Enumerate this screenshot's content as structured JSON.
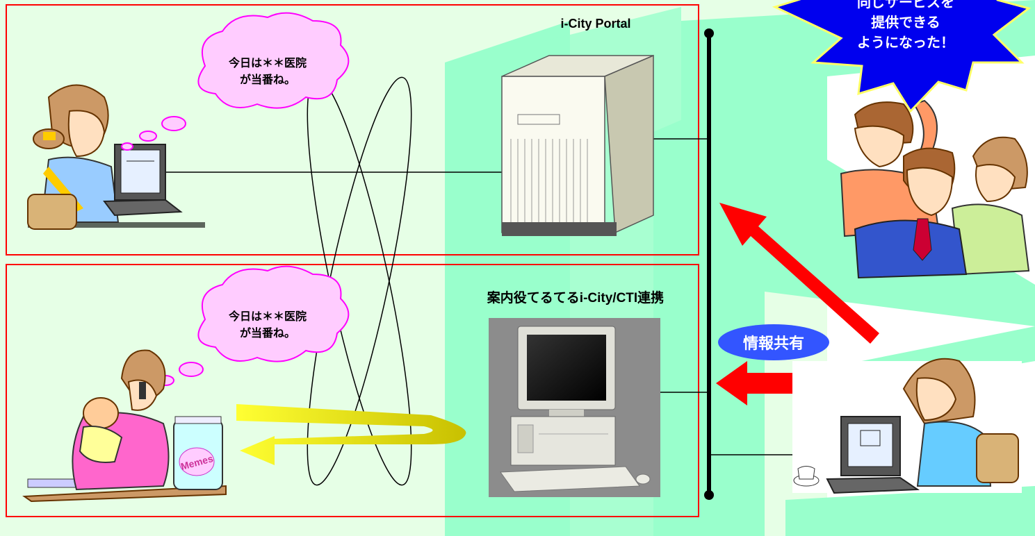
{
  "portal": {
    "title": "i-City Portal"
  },
  "cti": {
    "title": "案内役てるてるi-City/CTI連携"
  },
  "bubbles": {
    "pc_user": [
      "今日は＊＊医院",
      "が当番ね。"
    ],
    "phone_user": [
      "今日は＊＊医院",
      "が当番ね。"
    ]
  },
  "burst": [
    "同じサービスを",
    "提供できる",
    "ようになった！"
  ],
  "badge": {
    "label": "情報共有"
  },
  "product_label": "Memes",
  "colors": {
    "background": "#e6ffe6",
    "panel_border": "#ff0000",
    "band": "#99ffcc",
    "arrow": "#ff0000",
    "burst": "#0000ee",
    "badge": "#3355ff",
    "bubble": "#ffccff",
    "bubble_border": "#ff00ff",
    "loop_arrow": "#ddcc00"
  }
}
